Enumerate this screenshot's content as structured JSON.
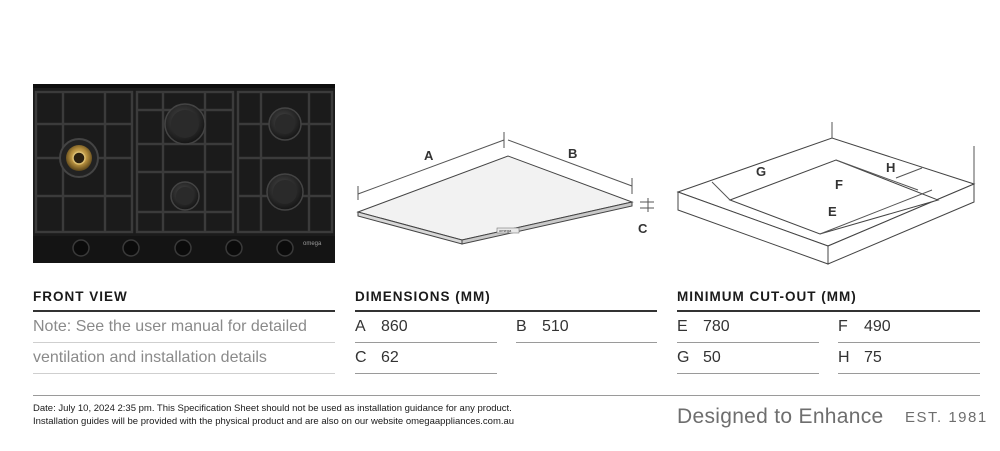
{
  "front_view": {
    "heading": "FRONT VIEW",
    "note_line1": "Note: See the user manual for detailed",
    "note_line2": "ventilation and installation details",
    "brand_mark": "omega"
  },
  "dimensions": {
    "heading": "DIMENSIONS (MM)",
    "items": [
      {
        "key": "A",
        "value": "860"
      },
      {
        "key": "B",
        "value": "510"
      },
      {
        "key": "C",
        "value": "62"
      }
    ],
    "labels": {
      "a": "A",
      "b": "B",
      "c": "C"
    },
    "plate_logo": "omega"
  },
  "cutout": {
    "heading": "MINIMUM CUT-OUT (MM)",
    "items": [
      {
        "key": "E",
        "value": "780"
      },
      {
        "key": "F",
        "value": "490"
      },
      {
        "key": "G",
        "value": "50"
      },
      {
        "key": "H",
        "value": "75"
      }
    ],
    "labels": {
      "e": "E",
      "f": "F",
      "g": "G",
      "h": "H"
    }
  },
  "footer": {
    "disclaimer_line1": "Date: July 10, 2024 2:35 pm. This Specification Sheet should not be used as installation guidance for any product.",
    "disclaimer_line2": "Installation guides will be provided with the physical product and are also on our website omegaappliances.com.au",
    "tagline": "Designed to Enhance",
    "est": "EST. 1981"
  }
}
